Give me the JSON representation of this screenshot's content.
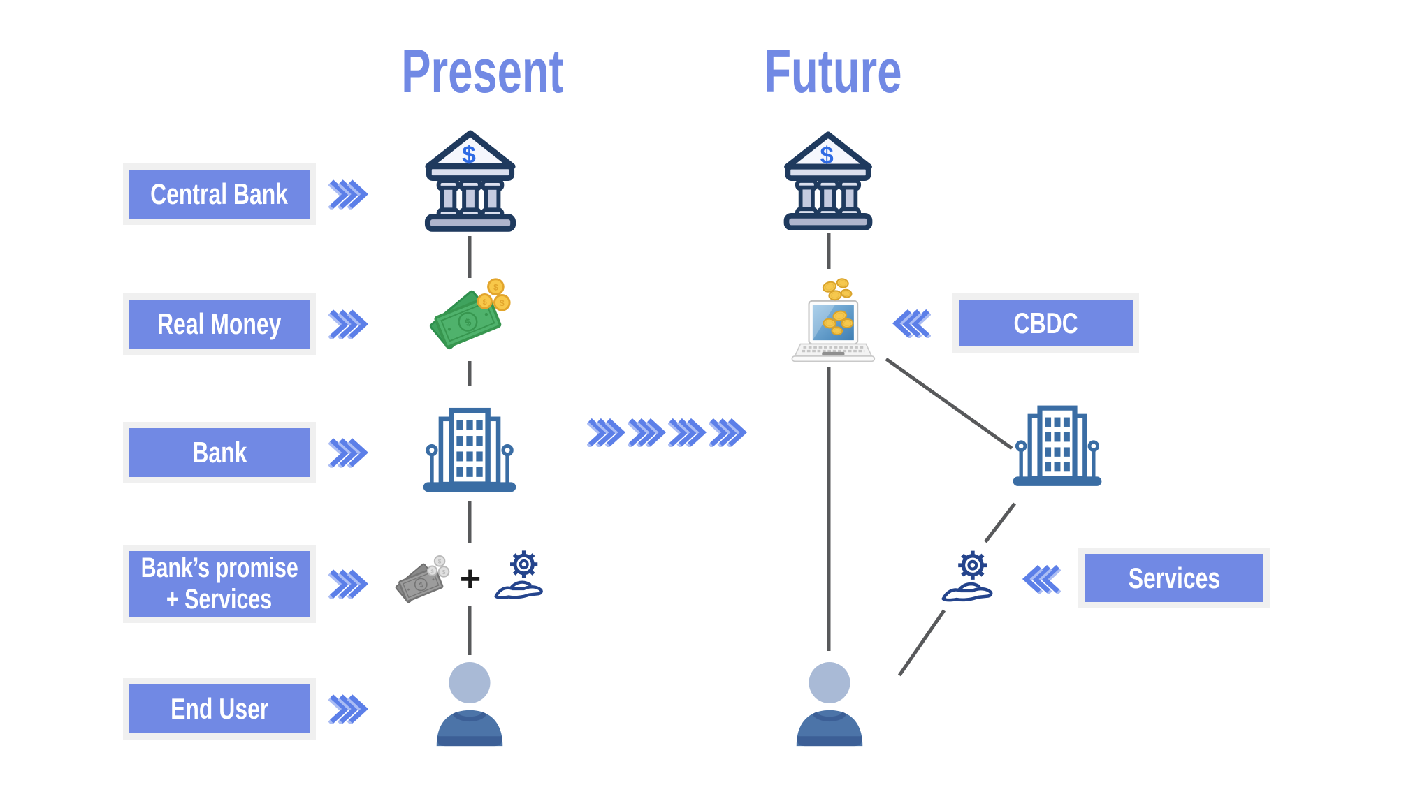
{
  "titles": {
    "present": "Present",
    "future": "Future"
  },
  "rows": [
    {
      "label": "Central Bank"
    },
    {
      "label": "Real Money"
    },
    {
      "label": "Bank"
    },
    {
      "line1": "Bank’s promise",
      "line2": "+ Services"
    },
    {
      "label": "End User"
    }
  ],
  "callouts": {
    "cbdc": {
      "label": "CBDC"
    },
    "services": {
      "label": "Services"
    }
  },
  "operators": {
    "plus": "+"
  },
  "icons": {
    "dollar_sign": "$"
  },
  "colors": {
    "accent": "#7189E4",
    "title_blue": "#7189E4",
    "chevron": "#5C7FE8",
    "chevron_light": "#ABBDF4",
    "frame": "#F0F0F0",
    "connector": "#58595B",
    "icon_navy": "#1F3A5E",
    "building_blue": "#3A6DA4",
    "service_navy": "#24448C"
  }
}
